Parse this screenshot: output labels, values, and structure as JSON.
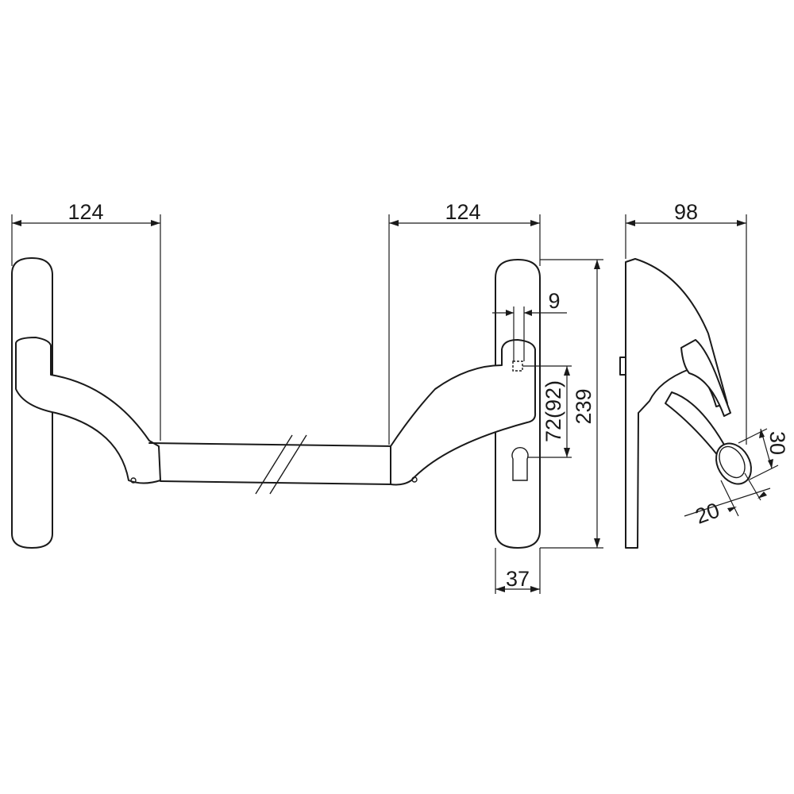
{
  "dimensions": {
    "left_width": "124",
    "right_width": "124",
    "depth": "98",
    "spindle": "9",
    "center_distance": "72(92)",
    "plate_height": "239",
    "plate_width": "37",
    "handle_height": "30",
    "handle_width": "20"
  }
}
